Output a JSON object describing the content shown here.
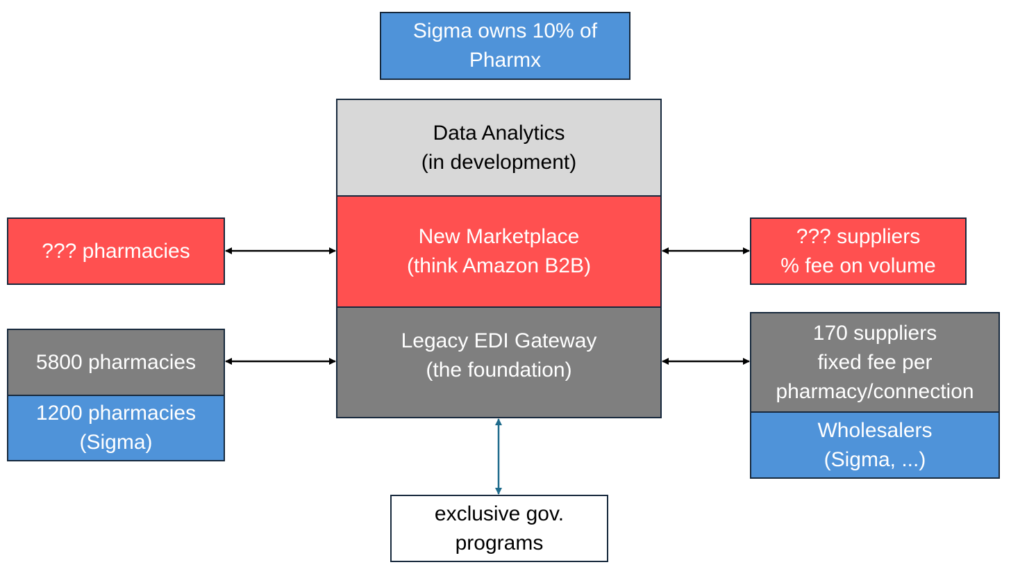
{
  "top_box": {
    "text": "Sigma owns 10% of\nPharmx"
  },
  "stack": {
    "analytics": "Data Analytics\n(in development)",
    "marketplace": "New Marketplace\n(think Amazon B2B)",
    "legacy": "Legacy EDI Gateway\n(the foundation)"
  },
  "left": {
    "marketplace_pharmacies": "??? pharmacies",
    "legacy_pharmacies": "5800 pharmacies",
    "sigma_pharmacies": "1200 pharmacies\n(Sigma)"
  },
  "right": {
    "marketplace_suppliers": "??? suppliers\n% fee on volume",
    "legacy_suppliers": "170 suppliers\nfixed fee per\npharmacy/connection",
    "wholesalers": "Wholesalers\n(Sigma, ...)"
  },
  "bottom_box": {
    "text": "exclusive gov.\nprograms"
  },
  "colors": {
    "blue": "#4f93d9",
    "red": "#ff5050",
    "gray": "#7f7f7f",
    "light_gray": "#d8d8d8",
    "border": "#16283c",
    "arrow": "#000000",
    "arrow_teal": "#1f6b8c"
  }
}
